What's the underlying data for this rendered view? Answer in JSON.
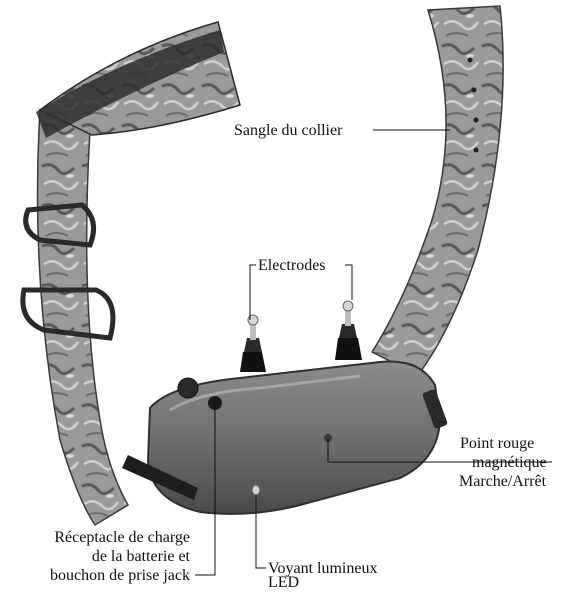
{
  "labels": {
    "strap": "Sangle du collier",
    "electrodes": "Electrodes",
    "red_dot": [
      "Point rouge",
      "magnétique",
      "Marche/Arrêt"
    ],
    "charge": [
      "Réceptacle de charge",
      "de la batterie et",
      "bouchon de prise jack"
    ],
    "led": [
      "Voyant lumineux",
      "LED"
    ]
  }
}
